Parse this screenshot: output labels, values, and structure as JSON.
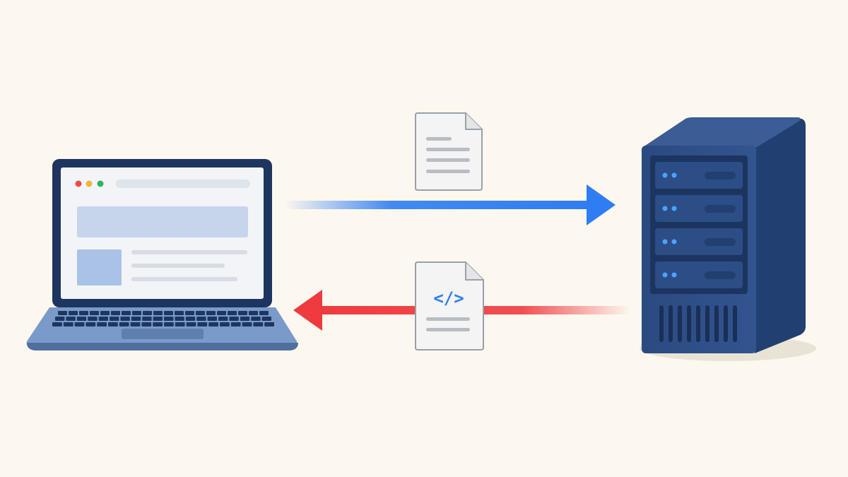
{
  "diagram": {
    "nodes": [
      {
        "id": "client",
        "label": "",
        "kind": "laptop-client"
      },
      {
        "id": "server",
        "label": "",
        "kind": "server-tower"
      }
    ],
    "edges": [
      {
        "from": "client",
        "to": "server",
        "kind": "request",
        "payload": "document-icon",
        "color": "#2f7df2"
      },
      {
        "from": "server",
        "to": "client",
        "kind": "response",
        "payload": "code-document-icon",
        "color": "#ef3b3f",
        "payload_glyph": "</>"
      }
    ]
  },
  "colors": {
    "background": "#fcf8ef",
    "request_arrow": "#2f7df2",
    "response_arrow": "#ef3b3f",
    "server_body": "#2f4f86",
    "laptop_frame": "#1e355f",
    "traffic_red": "#ea4c45",
    "traffic_yellow": "#f4b33a",
    "traffic_green": "#2fb45d",
    "code_glyph": "#2f7df2"
  }
}
